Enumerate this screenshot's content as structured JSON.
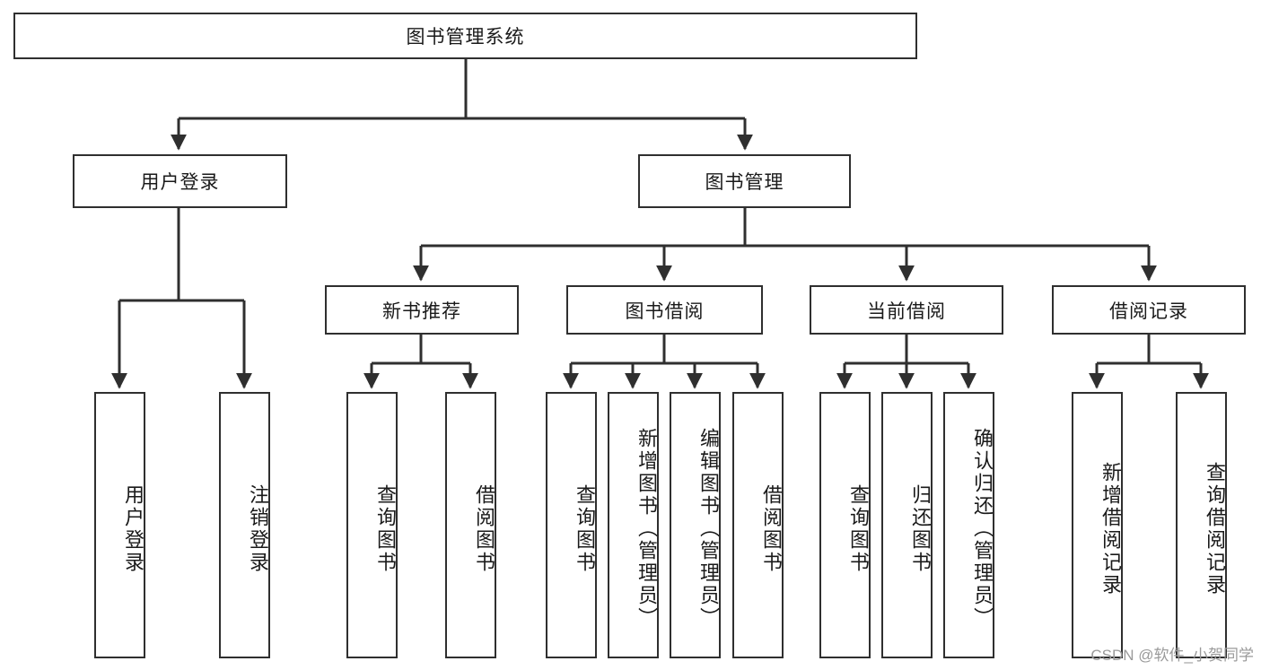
{
  "diagram": {
    "title": "图书管理系统",
    "watermark": "CSDN @软件_小贺同学",
    "stroke_color": "#2f2f2f",
    "background_color": "#ffffff",
    "text_color": "#1a1a1a",
    "type": "tree-hierarchy-diagram",
    "levels": 4,
    "nodes": {
      "root": {
        "label": "图书管理系统"
      },
      "l2": [
        {
          "id": "user-login",
          "label": "用户登录"
        },
        {
          "id": "book-manage",
          "label": "图书管理"
        }
      ],
      "l3": [
        {
          "id": "new-book-recommend",
          "label": "新书推荐"
        },
        {
          "id": "book-borrow",
          "label": "图书借阅"
        },
        {
          "id": "current-borrow",
          "label": "当前借阅"
        },
        {
          "id": "borrow-record",
          "label": "借阅记录"
        }
      ],
      "leaves": {
        "user-login": [
          {
            "id": "leaf-user-login",
            "label": "用户登录"
          },
          {
            "id": "leaf-logout",
            "label": "注销登录"
          }
        ],
        "new-book-recommend": [
          {
            "id": "leaf-query-book-1",
            "label": "查询图书"
          },
          {
            "id": "leaf-borrow-book-1",
            "label": "借阅图书"
          }
        ],
        "book-borrow": [
          {
            "id": "leaf-query-book-2",
            "label": "查询图书"
          },
          {
            "id": "leaf-add-book",
            "label": "新增图书（管理员）"
          },
          {
            "id": "leaf-edit-book",
            "label": "编辑图书（管理员）"
          },
          {
            "id": "leaf-borrow-book-2",
            "label": "借阅图书"
          }
        ],
        "current-borrow": [
          {
            "id": "leaf-query-book-3",
            "label": "查询图书"
          },
          {
            "id": "leaf-return-book",
            "label": "归还图书"
          },
          {
            "id": "leaf-confirm-return",
            "label": "确认归还（管理员）"
          }
        ],
        "borrow-record": [
          {
            "id": "leaf-add-record",
            "label": "新增借阅记录"
          },
          {
            "id": "leaf-query-record",
            "label": "查询借阅记录"
          }
        ]
      }
    }
  }
}
